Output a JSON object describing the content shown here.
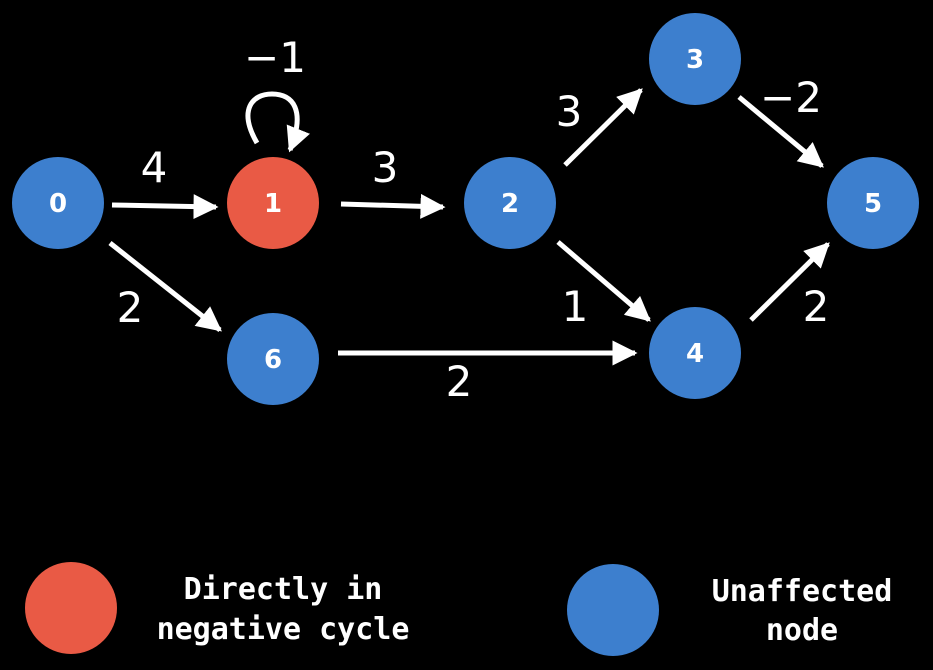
{
  "colors": {
    "background": "#000000",
    "default_node": "#3d7fce",
    "negative_cycle_node": "#e95a45",
    "edge": "#ffffff",
    "text": "#ffffff"
  },
  "graph": {
    "nodes": [
      {
        "id": "0",
        "label": "0",
        "status": "unaffected"
      },
      {
        "id": "1",
        "label": "1",
        "status": "negative_cycle"
      },
      {
        "id": "2",
        "label": "2",
        "status": "unaffected"
      },
      {
        "id": "3",
        "label": "3",
        "status": "unaffected"
      },
      {
        "id": "4",
        "label": "4",
        "status": "unaffected"
      },
      {
        "id": "5",
        "label": "5",
        "status": "unaffected"
      },
      {
        "id": "6",
        "label": "6",
        "status": "unaffected"
      }
    ],
    "edges": [
      {
        "from": "0",
        "to": "1",
        "weight": "4"
      },
      {
        "from": "0",
        "to": "6",
        "weight": "2"
      },
      {
        "from": "1",
        "to": "1",
        "weight": "−1"
      },
      {
        "from": "1",
        "to": "2",
        "weight": "3"
      },
      {
        "from": "2",
        "to": "3",
        "weight": "3"
      },
      {
        "from": "2",
        "to": "4",
        "weight": "1"
      },
      {
        "from": "3",
        "to": "5",
        "weight": "−2"
      },
      {
        "from": "4",
        "to": "5",
        "weight": "2"
      },
      {
        "from": "6",
        "to": "4",
        "weight": "2"
      }
    ]
  },
  "legend": {
    "negative_cycle": {
      "line1": "Directly in",
      "line2": "negative cycle"
    },
    "unaffected": {
      "line1": "Unaffected",
      "line2": "node"
    }
  }
}
